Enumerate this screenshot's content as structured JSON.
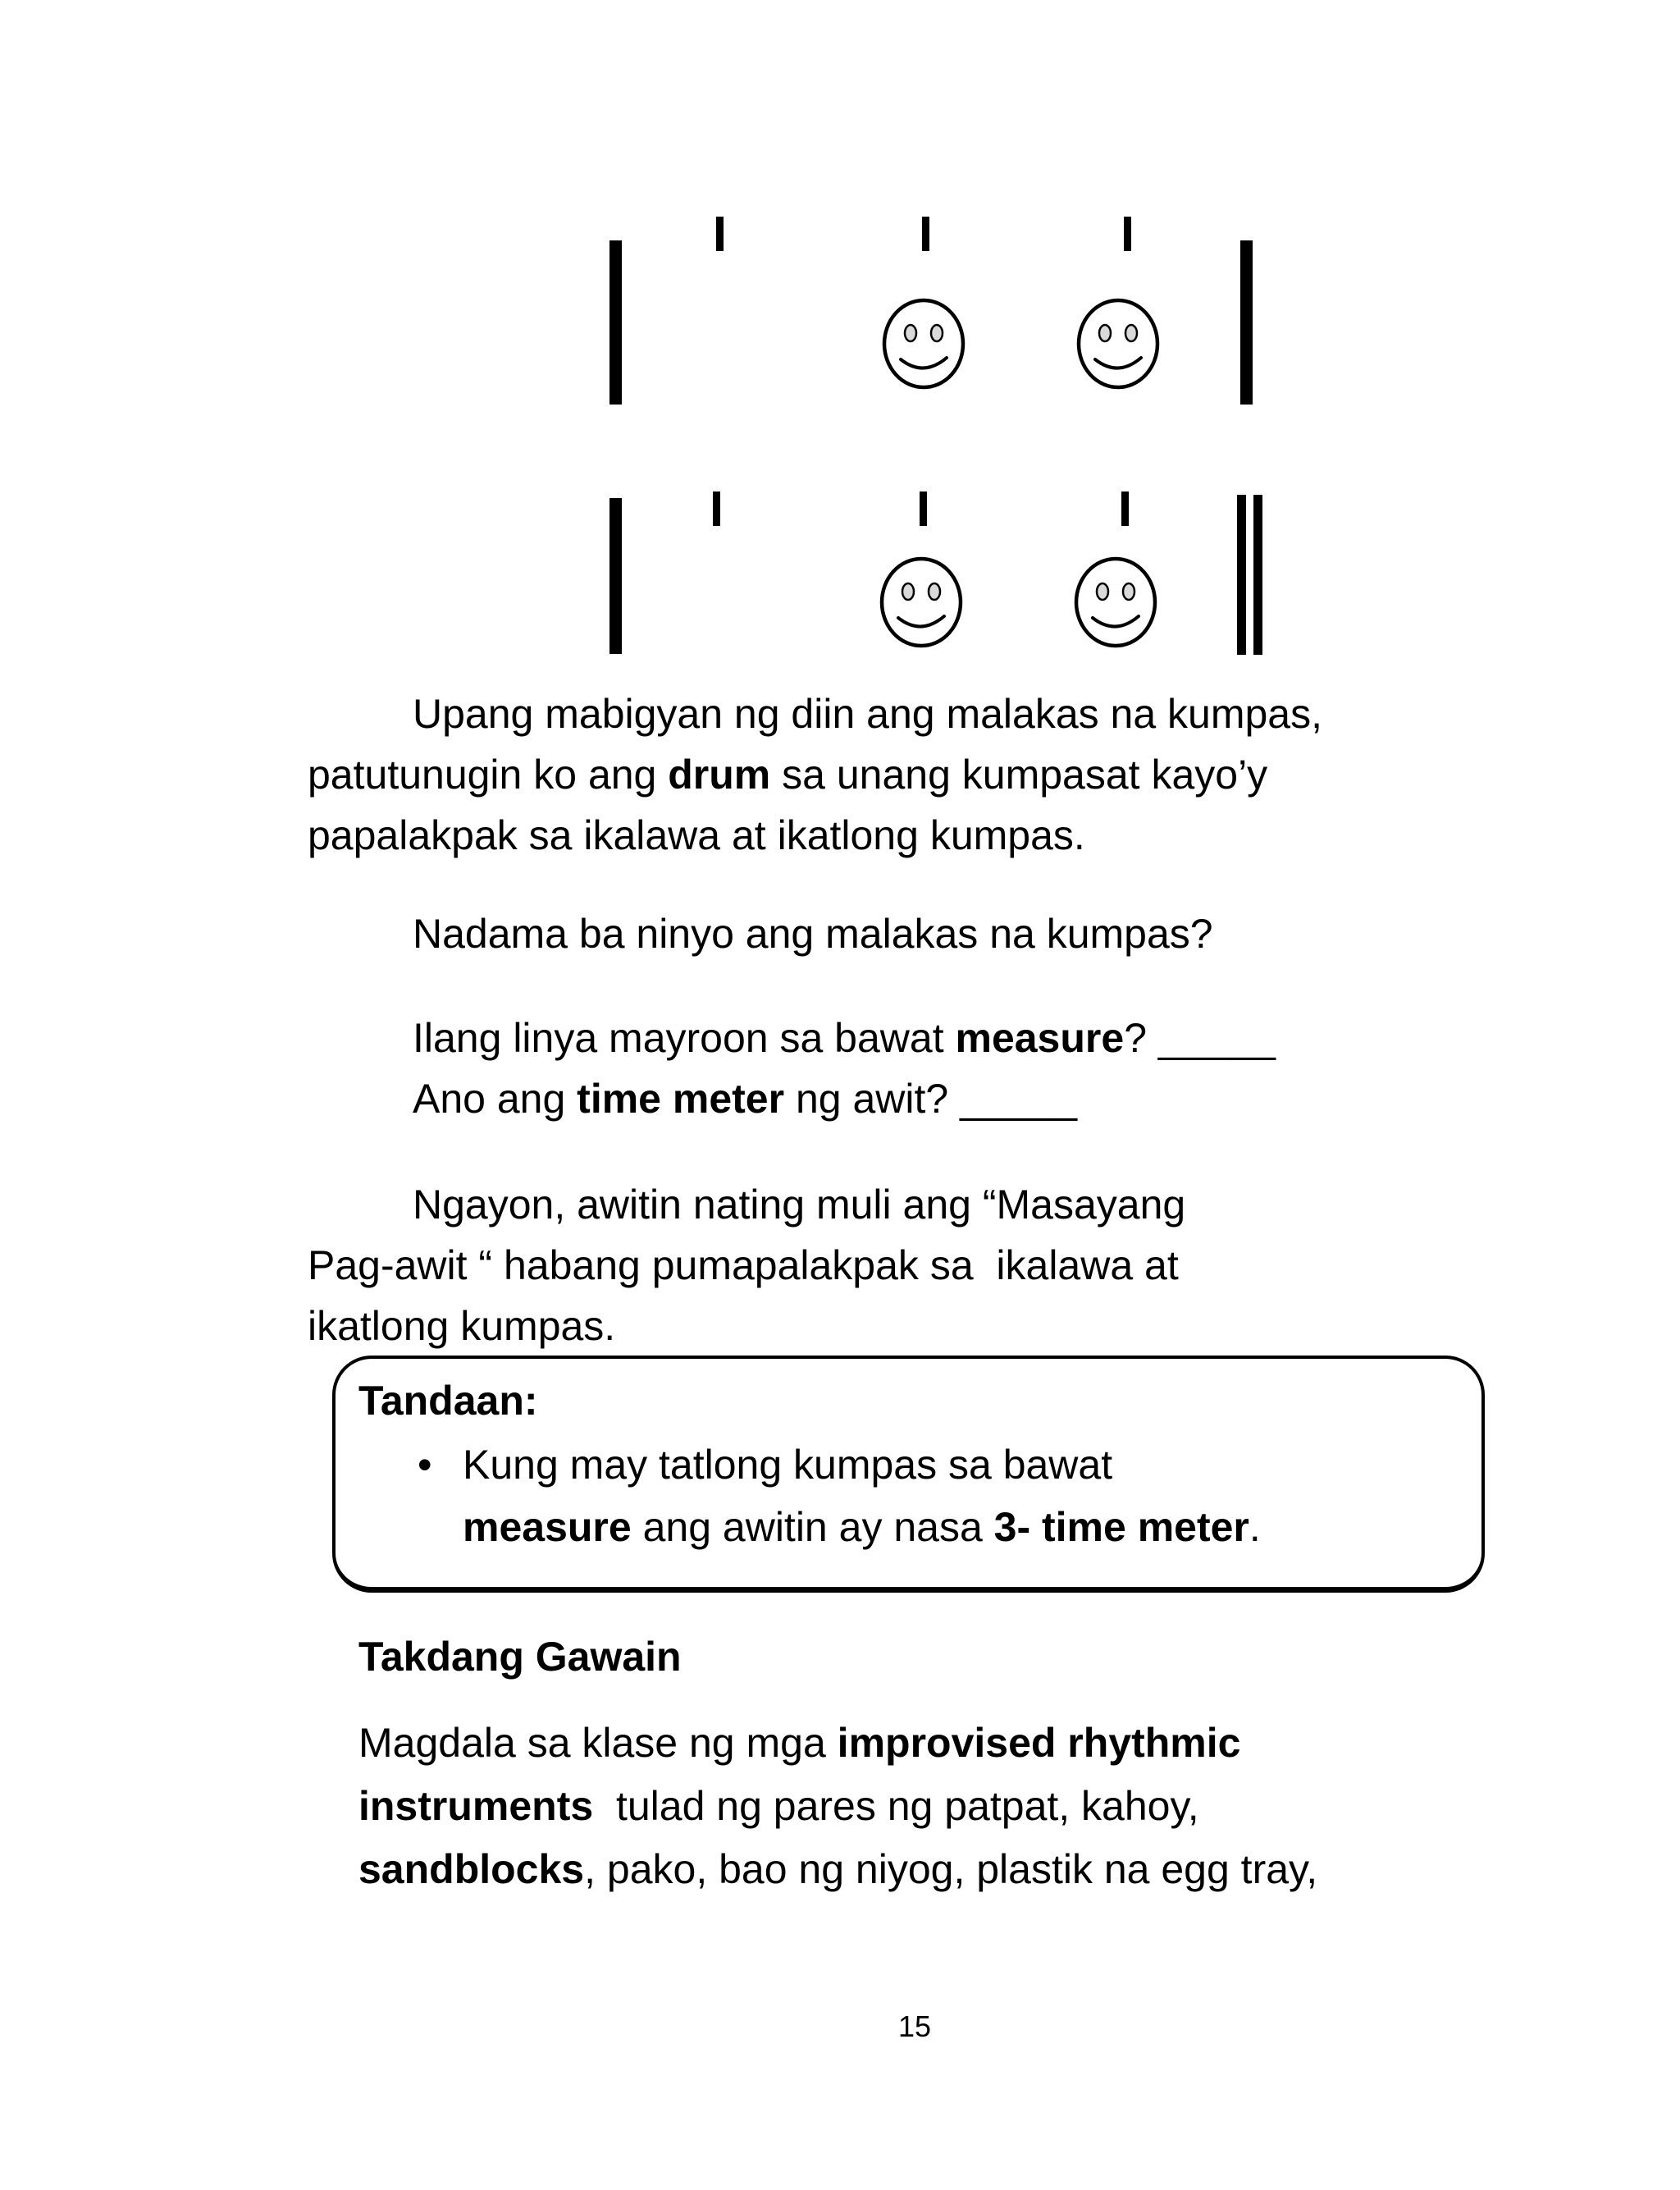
{
  "page_number": "15",
  "notation": {
    "row1": {
      "sequence": [
        "barline",
        "beat-line",
        "beat-line-with-smiley",
        "beat-line-with-smiley",
        "barline"
      ]
    },
    "row2": {
      "sequence": [
        "barline",
        "beat-line",
        "beat-line-with-smiley",
        "beat-line-with-smiley",
        "double-barline"
      ]
    },
    "smiley_icon": "smiley-face"
  },
  "content": {
    "p_upang": {
      "l1": "Upang mabigyan ng diin ang malakas na kumpas,",
      "l2a": "patutunugin ko ang ",
      "l2b": "drum",
      "l2c": " sa unang kumpasat kayo’y",
      "l3": "papalakpak sa ikalawa at ikatlong kumpas."
    },
    "p_nadama": "Nadama ba ninyo ang malakas na kumpas?",
    "p_ilang": {
      "a": "Ilang linya mayroon sa bawat ",
      "b": "measure",
      "c": "? ",
      "blank": "_____"
    },
    "p_ano": {
      "a": "Ano ang ",
      "b": "time meter",
      "c": " ng awit? ",
      "blank": "_____"
    },
    "p_ngayon": {
      "l1": "Ngayon, awitin nating muli ang “Masayang",
      "l2": "Pag-awit “ habang pumapalakpak sa  ikalawa at",
      "l3": "ikatlong kumpas."
    },
    "box": {
      "title": "Tandaan:",
      "bullet": "•",
      "l1": "Kung may tatlong kumpas sa bawat",
      "l2a": "measure",
      "l2b": " ang awitin ay nasa ",
      "l2c": "3- time meter",
      "l2d": "."
    },
    "heading_takdang": "Takdang Gawain",
    "p_magdala": {
      "l1a": "Magdala sa klase ng mga ",
      "l1b": "improvised rhythmic",
      "l2a": "instruments",
      "l2b": "  tulad ng pares ng patpat, kahoy,",
      "l3a": "sandblocks",
      "l3b": ", pako, bao ng niyog, plastik na egg tray,"
    }
  }
}
